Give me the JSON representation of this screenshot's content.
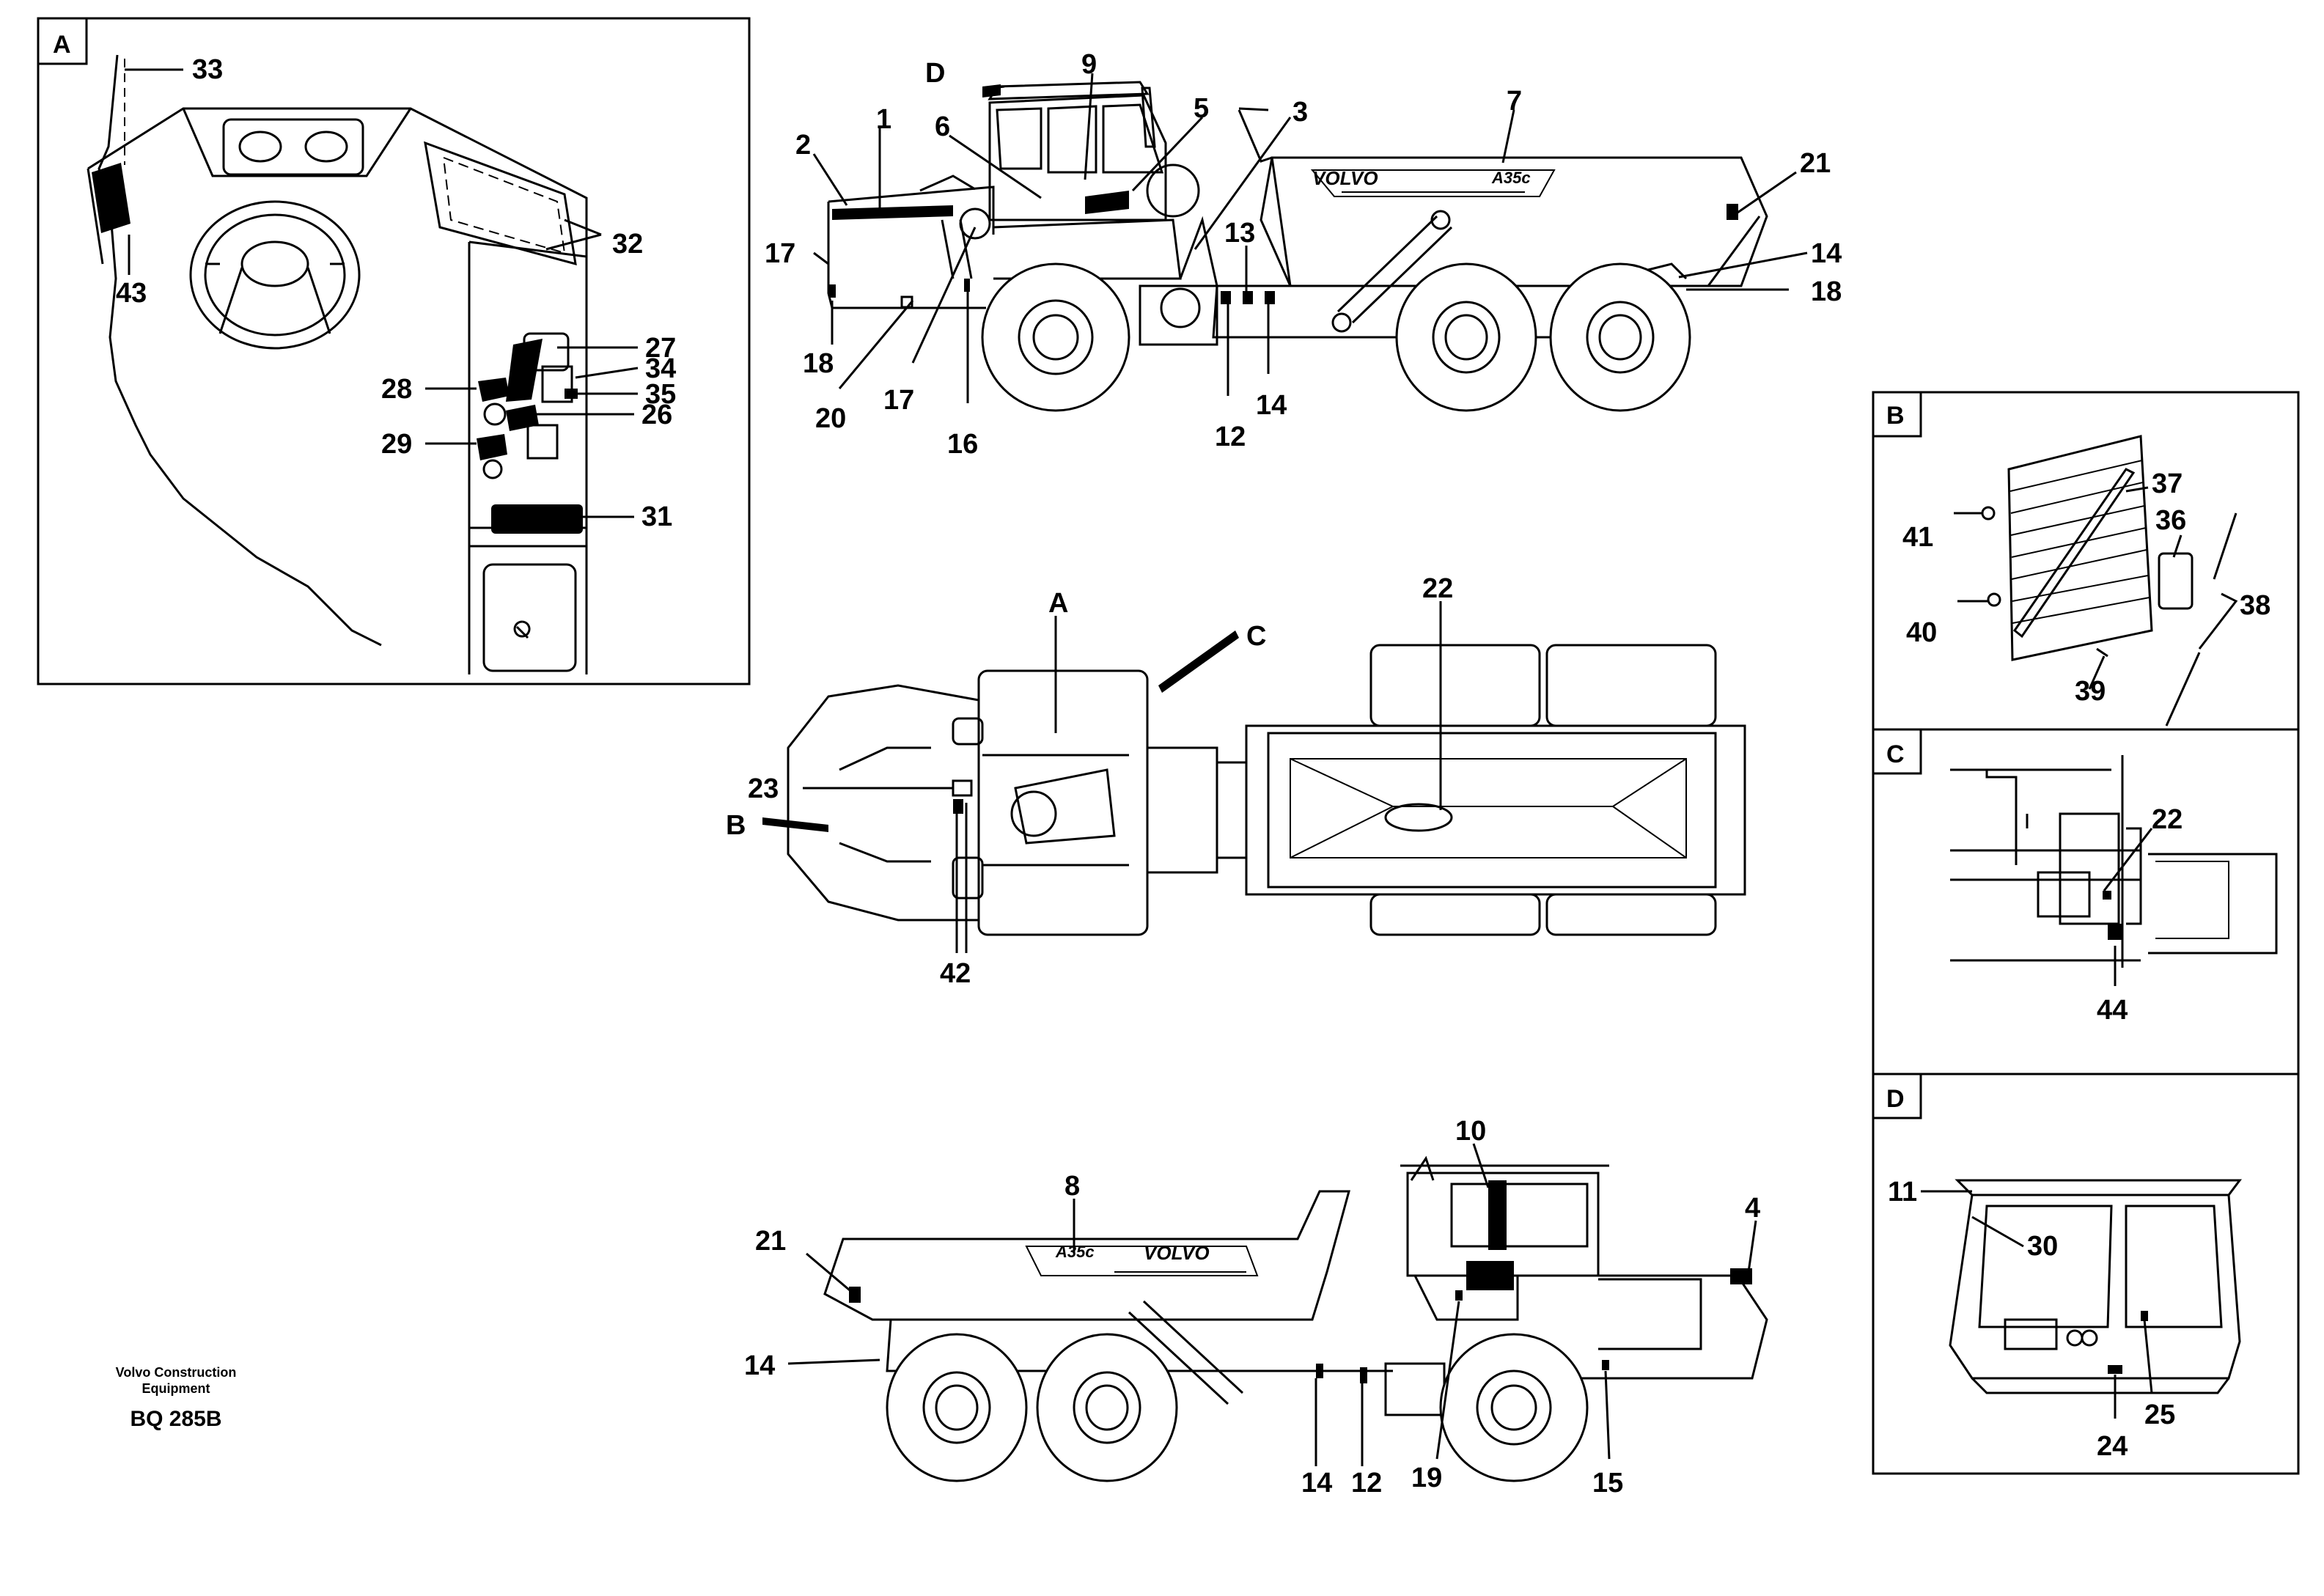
{
  "footer": {
    "company": "Volvo Construction",
    "line2": "Equipment",
    "code": "BQ 285B"
  },
  "panels": {
    "A": {
      "tag": "A"
    },
    "B": {
      "tag": "B"
    },
    "C": {
      "tag": "C"
    },
    "D": {
      "tag": "D"
    }
  },
  "callouts": {
    "n1": "1",
    "n2": "2",
    "n3": "3",
    "n4": "4",
    "n5": "5",
    "n6": "6",
    "n7": "7",
    "n8": "8",
    "n9": "9",
    "n10": "10",
    "n11": "11",
    "n12": "12",
    "n13": "13",
    "n14": "14",
    "n15": "15",
    "n16": "16",
    "n17": "17",
    "n18": "18",
    "n19": "19",
    "n20": "20",
    "n21": "21",
    "n22": "22",
    "n23": "23",
    "n24": "24",
    "n25": "25",
    "n26": "26",
    "n27": "27",
    "n28": "28",
    "n29": "29",
    "n30": "30",
    "n31": "31",
    "n32": "32",
    "n33": "33",
    "n34": "34",
    "n35": "35",
    "n36": "36",
    "n37": "37",
    "n38": "38",
    "n39": "39",
    "n40": "40",
    "n41": "41",
    "n42": "42",
    "n43": "43",
    "n44": "44",
    "viewA": "A",
    "viewB": "B",
    "viewC": "C",
    "viewD": "D"
  },
  "decals": {
    "brand": "VOLVO",
    "model": "A35c"
  }
}
